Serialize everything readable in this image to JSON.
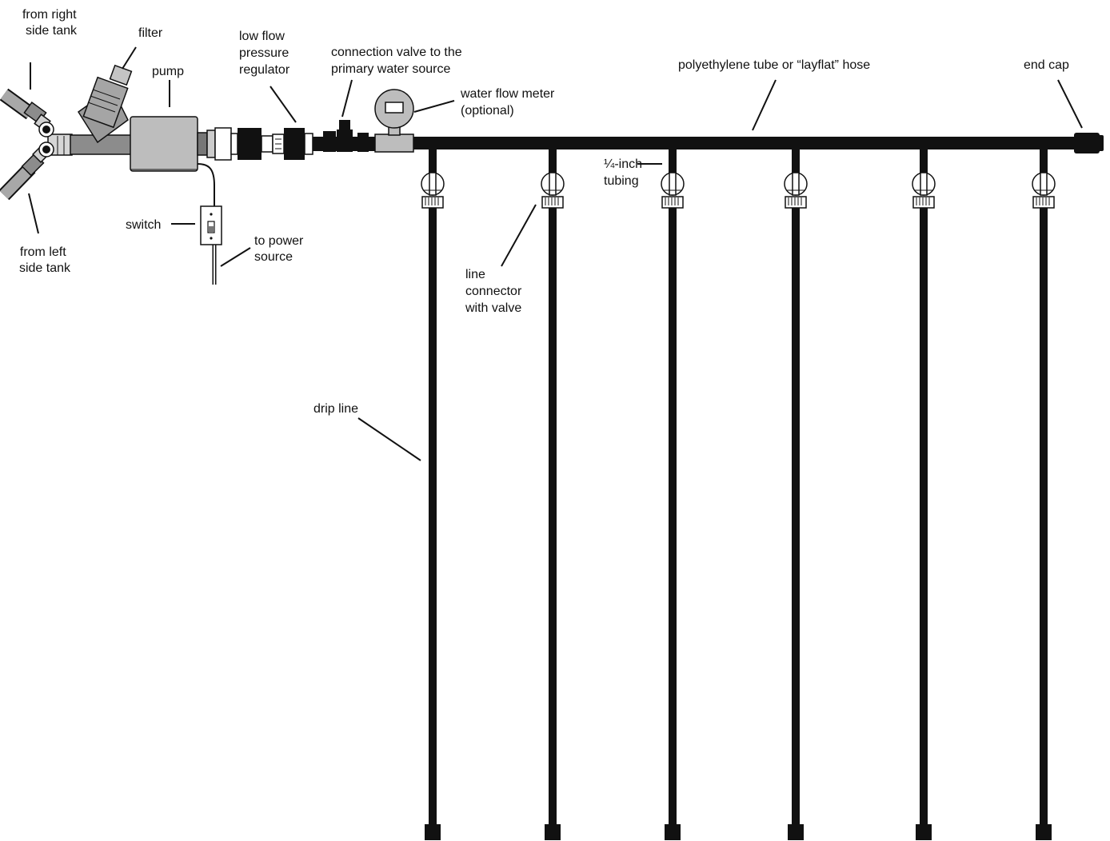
{
  "labels": {
    "from_right_tank": [
      "from right",
      "side tank"
    ],
    "from_left_tank": [
      "from left",
      "side tank"
    ],
    "filter": "filter",
    "pump": "pump",
    "low_flow_regulator": [
      "low flow",
      "pressure",
      "regulator"
    ],
    "connection_valve": [
      "connection valve to the",
      "primary water source"
    ],
    "water_flow_meter": [
      "water flow meter",
      "(optional)"
    ],
    "main_tube": "polyethylene tube or “layflat” hose",
    "end_cap": "end cap",
    "quarter_inch_tubing": [
      "¼-inch",
      "tubing"
    ],
    "switch": "switch",
    "to_power_source": [
      "to power",
      "source"
    ],
    "line_connector": [
      "line",
      "connector",
      "with valve"
    ],
    "drip_line": "drip line"
  },
  "colors": {
    "tube": "#111111",
    "equipment_fill": "#bdbdbd",
    "equipment_dark": "#8c8c8c",
    "hose_fill": "#a8a8a8",
    "line": "#111111",
    "background": "#ffffff"
  },
  "drip_line_count": 6
}
